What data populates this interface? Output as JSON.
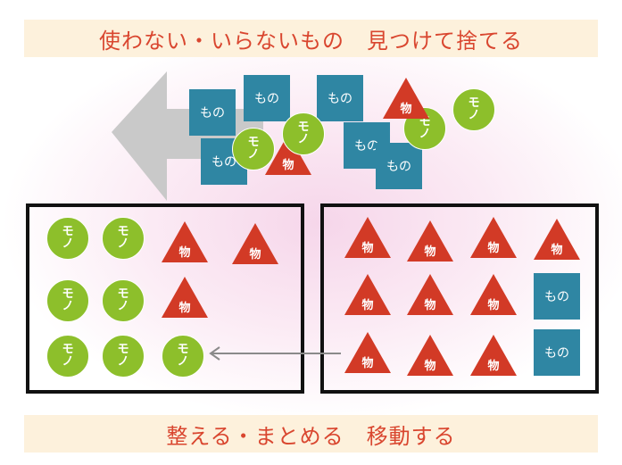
{
  "top_banner": "使わない・いらないもの　見つけて捨てる",
  "bottom_banner": "整える・まとめる　移動する",
  "labels": {
    "circle": "モノ",
    "square": "もの",
    "triangle": "物"
  },
  "colors": {
    "circle": "#8dbf2b",
    "square": "#2f86a3",
    "triangle": "#d23a26",
    "banner_text": "#d9462f",
    "banner_bg": "#fdf1dc"
  }
}
